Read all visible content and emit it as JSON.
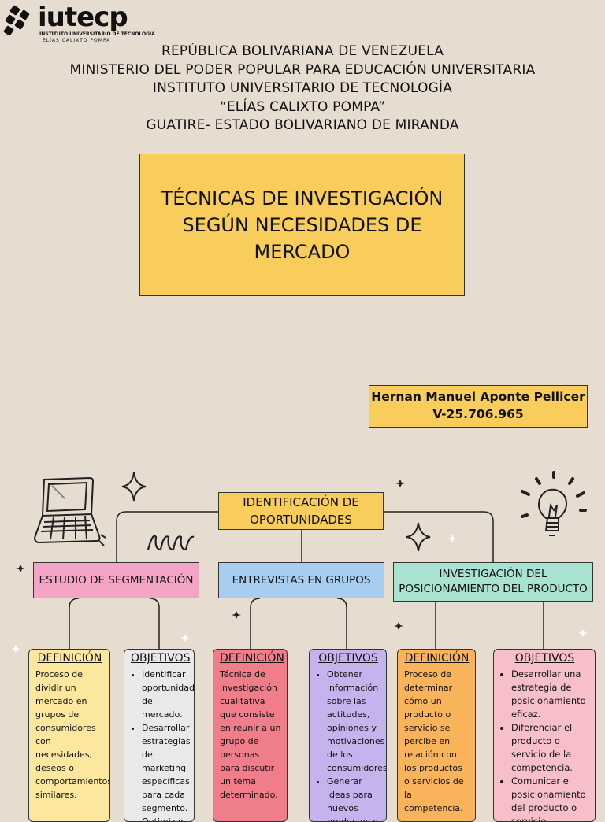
{
  "logo": {
    "name": "iutecp",
    "sub1": "INSTITUTO UNIVERSITARIO DE TECNOLOGÍA",
    "sub2": "ELÍAS CALIXTO POMPA"
  },
  "institution": [
    "REPÚBLICA BOLIVARIANA DE VENEZUELA",
    "MINISTERIO DEL PODER POPULAR PARA EDUCACIÓN UNIVERSITARIA",
    "INSTITUTO UNIVERSITARIO DE TECNOLOGÍA",
    "“ELÍAS CALIXTO POMPA”",
    "GUATIRE- ESTADO BOLIVARIANO DE MIRANDA"
  ],
  "title": "TÉCNICAS DE INVESTIGACIÓN SEGÚN NECESIDADES DE MERCADO",
  "author": {
    "name": "Hernan Manuel Aponte Pellicer",
    "id": "V-25.706.965"
  },
  "map": {
    "root": "IDENTIFICACIÓN DE OPORTUNIDADES",
    "categories": [
      {
        "label": "ESTUDIO DE SEGMENTACIÓN",
        "color": "#f4a4c4"
      },
      {
        "label": "ENTREVISTAS EN GRUPOS",
        "color": "#a7cef0"
      },
      {
        "label": "INVESTIGACIÓN DEL POSICIONAMIENTO DEL PRODUCTO",
        "color": "#a8e3cf"
      }
    ],
    "cards": [
      {
        "heading": "DEFINICIÓN",
        "text": "Proceso de dividir un mercado en grupos de consumidores con necesidades, deseos o comportamientos similares.",
        "color": "#fbe89e"
      },
      {
        "heading": "OBJETIVOS",
        "items": [
          "Identificar oportunidades de mercado.",
          "Desarrollar estrategias de marketing específicas para cada segmento.",
          "Optimizar la"
        ],
        "color": "#e9e9e9"
      },
      {
        "heading": "DEFINICIÓN",
        "text": "Técnica de investigación cualitativa que consiste en reunir a un grupo de personas para discutir un tema determinado.",
        "color": "#ef7d8a"
      },
      {
        "heading": "OBJETIVOS",
        "items": [
          "Obtener información sobre las actitudes, opiniones y motivaciones de los consumidores.",
          "Generar ideas para nuevos productos o"
        ],
        "color": "#c6b3ee"
      },
      {
        "heading": "DEFINICIÓN",
        "text": "Proceso de determinar cómo un producto o servicio se percibe en relación con los productos o servicios de la competencia.",
        "color": "#f9b35a"
      },
      {
        "heading": "OBJETIVOS",
        "items": [
          "Desarrollar una estrategia de posicionamiento eficaz.",
          "Diferenciar el producto o servicio de la competencia.",
          "Comunicar el posicionamiento del producto o servicio"
        ],
        "color": "#f7c0c8"
      }
    ]
  },
  "decorations": [
    "laptop-icon",
    "lightbulb-icon",
    "sparkle-icon",
    "squiggle-icon"
  ]
}
